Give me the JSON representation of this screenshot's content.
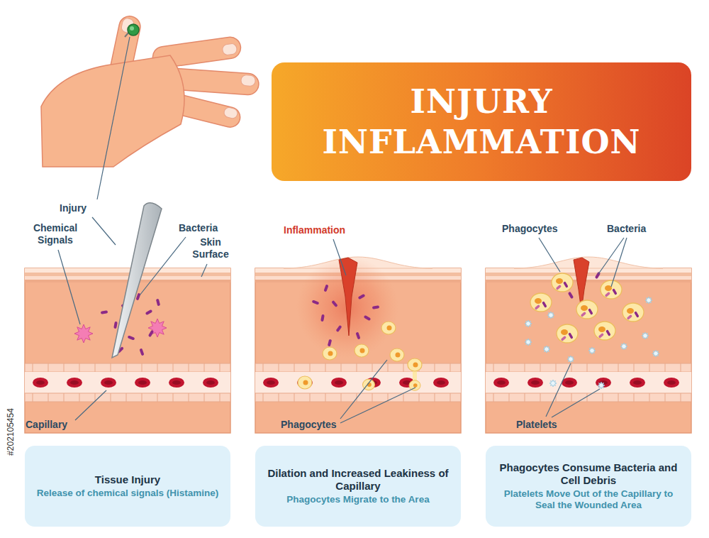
{
  "diagram": {
    "title": "INJURY INFLAMMATION",
    "nodes": [
      {
        "text": [
          "Tissue Injury",
          "Release of chemical signals (Histamine)"
        ]
      },
      {
        "text": [
          "Dilation and Increased Leakiness of Capillary",
          "Phagocytes Migrate to the Area"
        ]
      },
      {
        "text": [
          "Phagocytes Consume Bacteria and Cell Debris",
          "Platelets Move Out of the Capillary to Seal the Wounded Area"
        ]
      }
    ],
    "labels": [
      "Injury",
      "Chemical Signals",
      "Bacteria",
      "Skin Surface",
      "Capillary",
      "Inflammation",
      "Phagocytes",
      "Phagocytes",
      "Bacteria",
      "Platelets",
      "#202105454"
    ]
  }
}
